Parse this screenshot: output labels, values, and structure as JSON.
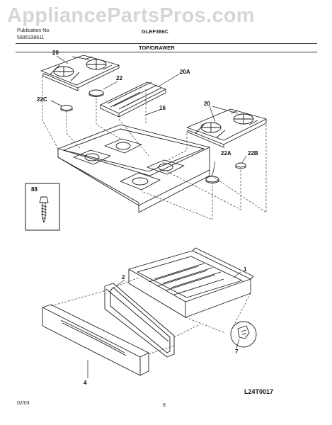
{
  "header": {
    "watermark": "AppliancePartsPros.com",
    "publication_label": "Publication No.",
    "publication_number": "5995338611",
    "model": "GLEF386C",
    "section_title": "TOP/DRAWER"
  },
  "callouts": {
    "grate_left": "20",
    "grate_right": "20",
    "cap_22": "22",
    "cap_22c": "22C",
    "center_grate": "20A",
    "cooktop": "16",
    "cap_22a": "22A",
    "cap_22b": "22B",
    "screw_box": "88",
    "drawer_body": "1",
    "drawer_frame": "2",
    "drawer_front": "4",
    "clip": "7"
  },
  "footer": {
    "date": "02/03",
    "page_number": "8",
    "drawing_code": "L24T0017"
  }
}
